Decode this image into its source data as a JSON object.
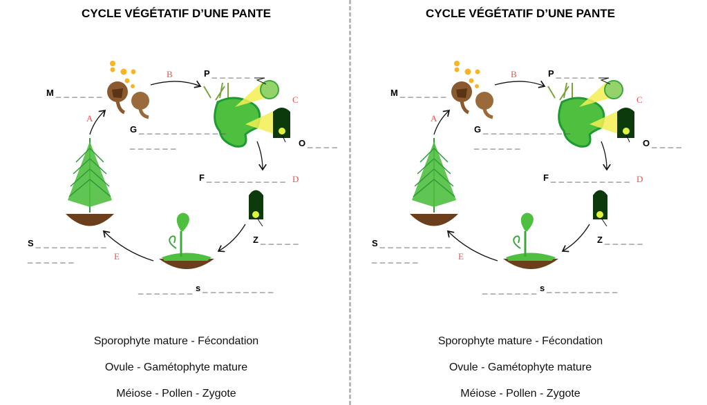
{
  "title": "CYCLE VÉGÉTATIF D’UNE PANTE",
  "labels": {
    "M": "M",
    "P": "P",
    "G": "G",
    "O": "O",
    "F": "F",
    "Z": "Z",
    "S": "S",
    "s": "s"
  },
  "blanks": {
    "M": "_ _ _ _ _ _",
    "P": "_ _ _ _ _",
    "G": "_ _ _ _ _ _ _ _ _ _ _",
    "G2": "_ _ _ _ _ _",
    "O": "_ _ _ _",
    "F": "_ _ _ _ _ _ _ _ _ _",
    "Z": "_ _ _ _ _",
    "S": "_ _ _ _ _ _ _ _ _",
    "S2": "_ _ _ _ _ _",
    "s_before": "_ _ _ _ _ _ _",
    "s": "_ _ _ _ _ _ _ _ _"
  },
  "steps": {
    "A": "A",
    "B": "B",
    "C": "C",
    "D": "D",
    "E": "E"
  },
  "word_bank": [
    "Sporophyte mature - Fécondation",
    "Ovule - Gamétophyte mature",
    "Méiose - Pollen - Zygote"
  ],
  "colors": {
    "step": "#e8524f",
    "divider": "#b8b8b8"
  }
}
